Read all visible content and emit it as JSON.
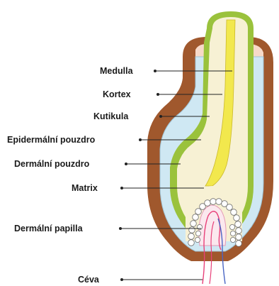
{
  "diagram": {
    "labels": [
      {
        "key": "medulla",
        "text": "Medulla"
      },
      {
        "key": "kortex",
        "text": "Kortex"
      },
      {
        "key": "kutikula",
        "text": "Kutikula"
      },
      {
        "key": "epidermalni-pouzdro",
        "text": "Epidermální pouzdro"
      },
      {
        "key": "dermalni-pouzdro",
        "text": "Dermální pouzdro"
      },
      {
        "key": "matrix",
        "text": "Matrix"
      },
      {
        "key": "dermalni-papilla",
        "text": "Dermální papilla"
      },
      {
        "key": "ceva",
        "text": "Céva"
      }
    ],
    "colors": {
      "dermal_sheath": "#a0582d",
      "dermal_sheath_highlight": "#f7d9c8",
      "epidermal_sheath": "#cfe8f3",
      "cuticle": "#9ac23c",
      "cortex": "#f7f1d4",
      "medulla": "#f2e84d",
      "matrix_cells": "#ffffff",
      "papilla": "#fbe8ee",
      "blood_vessel_red": "#e8417a",
      "blood_vessel_blue": "#4a66c4",
      "leader_line": "#222222"
    }
  }
}
